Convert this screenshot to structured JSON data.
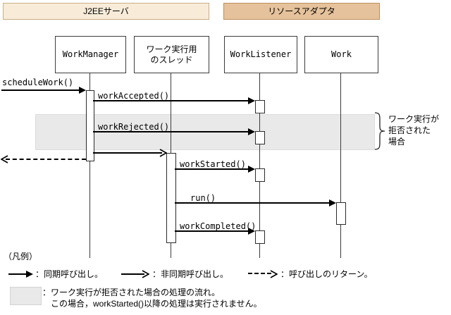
{
  "diagram": {
    "groups": {
      "j2ee": {
        "label": "J2EEサーバ",
        "bg": "#f8ecd9",
        "border": "#c9ae86"
      },
      "adapter": {
        "label": "リソースアダプタ",
        "bg": "#e5c29b",
        "border": "#bd8f5e"
      }
    },
    "participants": [
      {
        "id": "work-manager",
        "label": "WorkManager"
      },
      {
        "id": "work-thread",
        "label": "ワーク実行用\nのスレッド"
      },
      {
        "id": "work-listener",
        "label": "WorkListener"
      },
      {
        "id": "work",
        "label": "Work"
      }
    ],
    "messages": {
      "schedule_work": "scheduleWork()",
      "work_accepted": "workAccepted()",
      "work_rejected": "workRejected()",
      "work_started": "workStarted()",
      "run": "run()",
      "work_completed": "workCompleted()"
    },
    "highlight": {
      "bg": "#e9e9e9",
      "note": "ワーク実行が\n拒否された\n場合"
    }
  },
  "legend": {
    "title": "（凡例）",
    "sync_label": "：同期呼び出し。",
    "async_label": "：非同期呼び出し。",
    "return_label": "：呼び出しのリターン。",
    "highlight_line1": "：ワーク実行が拒否された場合の処理の流れ。",
    "highlight_line2": "この場合，workStarted()以降の処理は実行されません。"
  }
}
